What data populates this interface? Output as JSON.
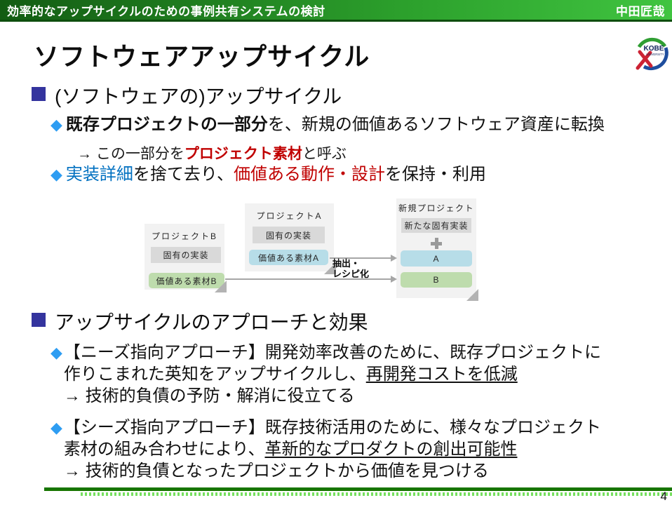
{
  "header": {
    "title": "効率的なアップサイクルのための事例共有システムの検討",
    "author": "中田匠哉"
  },
  "logo": {
    "top": "KOBE",
    "bottom": "UNIVERSITY"
  },
  "slide": {
    "title": "ソフトウェアアップサイクル"
  },
  "bullets": {
    "square": "■",
    "diamond": "◆"
  },
  "section1": {
    "heading": "(ソフトウェアの)アップサイクル",
    "item1": {
      "bold": "既存プロジェクトの一部分",
      "rest": "を、新規の価値あるソフトウェア資産に転換"
    },
    "note1": {
      "pre": "→ この一部分を",
      "highlight": "プロジェクト素材",
      "post": "と呼ぶ"
    },
    "item2": {
      "blue": "実装詳細",
      "mid": "を捨て去り、",
      "red": "価値ある動作・設計",
      "post": "を保持・利用"
    }
  },
  "diagram": {
    "project_b": {
      "title": "プロジェクトB",
      "impl": "固有の実装",
      "material": "価値ある素材B"
    },
    "project_a": {
      "title": "プロジェクトA",
      "impl": "固有の実装",
      "material": "価値ある素材A"
    },
    "new_project": {
      "title": "新規プロジェクト",
      "impl": "新たな固有実装",
      "item_a": "A",
      "item_b": "B"
    },
    "arrow_label": {
      "line1": "抽出・",
      "line2": "レシピ化"
    },
    "colors": {
      "material_a": "#b7dde8",
      "material_b": "#bedcad",
      "impl_gray": "#d9d9d9",
      "panel": "#f2f2f2"
    }
  },
  "section2": {
    "heading": "アップサイクルのアプローチと効果",
    "item1": {
      "line1": "【ニーズ指向アプローチ】開発効率改善のために、既存プロジェクトに",
      "line2_pre": "作りこまれた英知をアップサイクルし、",
      "line2_underline": "再開発コストを低減",
      "line3": "→ 技術的負債の予防・解消に役立てる"
    },
    "item2": {
      "line1": "【シーズ指向アプローチ】既存技術活用のために、様々なプロジェクト",
      "line2_pre": "素材の組み合わせにより、",
      "line2_underline": "革新的なプロダクトの創出可能性",
      "line3": "→ 技術的負債となったプロジェクトから価値を見つける"
    }
  },
  "footer": {
    "page_number": "4"
  },
  "colors": {
    "header_gradient_from": "#135c13",
    "header_gradient_to": "#40c440",
    "square_bullet": "#34349e",
    "diamond_bullet": "#2e9df2",
    "red_text": "#c00000",
    "blue_text": "#0070c0",
    "footer_line": "#177500",
    "footer_dots": "#77e060"
  }
}
